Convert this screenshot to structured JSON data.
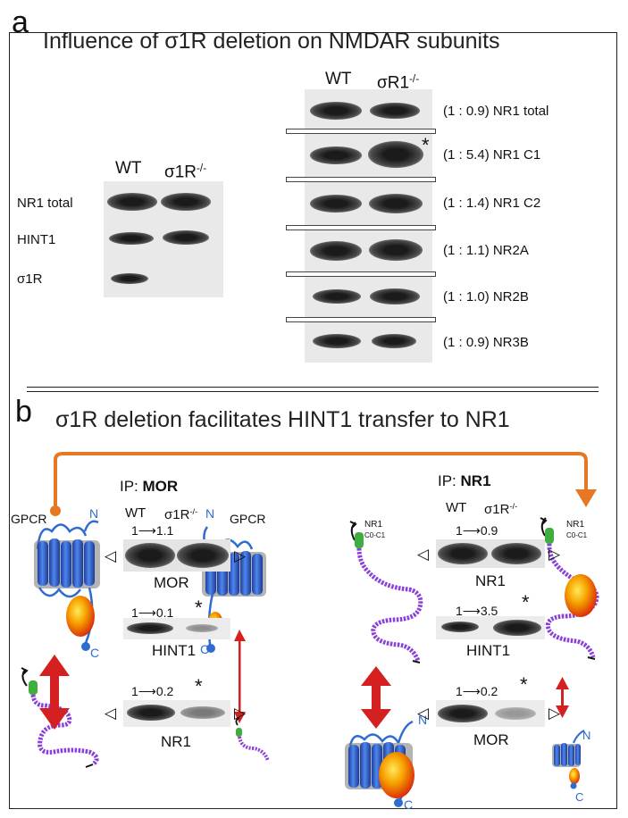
{
  "panel_a": {
    "letter": "a",
    "title": "Influence of σ1R deletion on NMDAR subunits",
    "left_blot": {
      "col_wt": "WT",
      "col_ko_base": "σ1R",
      "col_ko_sup": "-/-",
      "rows": [
        "NR1 total",
        "HINT1",
        "σ1R"
      ]
    },
    "right_blot": {
      "col_wt": "WT",
      "col_ko_base": "σR1",
      "col_ko_sup": "-/-",
      "rows": [
        {
          "ratio": "(1 : 0.9) NR1 total",
          "ko_intensity": 0.9
        },
        {
          "ratio": "(1 : 5.4) NR1  C1",
          "ko_intensity": 5.4
        },
        {
          "ratio": "(1 : 1.4) NR1  C2",
          "ko_intensity": 1.4
        },
        {
          "ratio": "(1 : 1.1) NR2A",
          "ko_intensity": 1.1
        },
        {
          "ratio": "(1 : 1.0) NR2B",
          "ko_intensity": 1.0
        },
        {
          "ratio": "(1 : 0.9) NR3B",
          "ko_intensity": 0.9
        }
      ],
      "star": "*"
    }
  },
  "panel_b": {
    "letter": "b",
    "title": "σ1R deletion facilitates HINT1 transfer to NR1",
    "ip_prefix": "IP: ",
    "left": {
      "ip_target": "MOR",
      "col_wt": "WT",
      "col_ko_base": "σ1R",
      "col_ko_sup": "-/-",
      "gpcr_left": "GPCR",
      "gpcr_right": "GPCR",
      "n_label": "N",
      "c_label": "C",
      "rows": [
        {
          "label": "MOR",
          "from": "1",
          "to": "1.1",
          "star": ""
        },
        {
          "label": "HINT1",
          "from": "1",
          "to": "0.1",
          "star": "*"
        },
        {
          "label": "NR1",
          "from": "1",
          "to": "0.2",
          "star": "*"
        }
      ]
    },
    "right": {
      "ip_target": "NR1",
      "col_wt": "WT",
      "col_ko_base": "σ1R",
      "col_ko_sup": "-/-",
      "nr1_name": "NR1",
      "nr1_variant": "C0-C1",
      "n_label": "N",
      "c_label": "C",
      "rows": [
        {
          "label": "NR1",
          "from": "1",
          "to": "0.9",
          "star": ""
        },
        {
          "label": "HINT1",
          "from": "1",
          "to": "3.5",
          "star": "*"
        },
        {
          "label": "MOR",
          "from": "1",
          "to": "0.2",
          "star": "*"
        }
      ]
    },
    "colors": {
      "arrow_orange": "#e87722",
      "arrow_red": "#d42020",
      "receptor_blue": "#2a5fcf",
      "chain_purple": "#8a3fd8",
      "hint1_orange": "#f2a100",
      "green_cap": "#3fae3f"
    }
  }
}
